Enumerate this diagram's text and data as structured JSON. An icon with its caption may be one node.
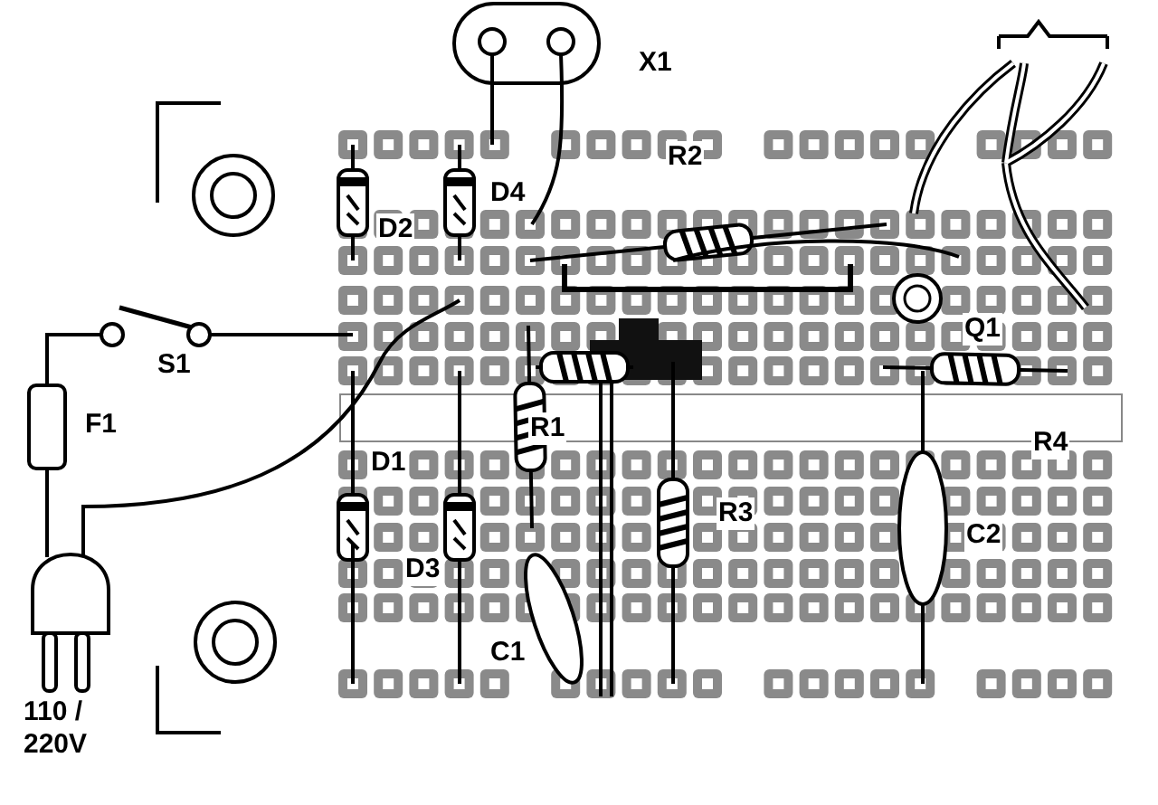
{
  "diagram": {
    "labels": [
      "X1",
      "R2",
      "D4",
      "D2",
      "S1",
      "Q1",
      "F1",
      "R1",
      "R4",
      "D1",
      "R3",
      "C2",
      "D3",
      "C1",
      "110 / 220V"
    ]
  }
}
